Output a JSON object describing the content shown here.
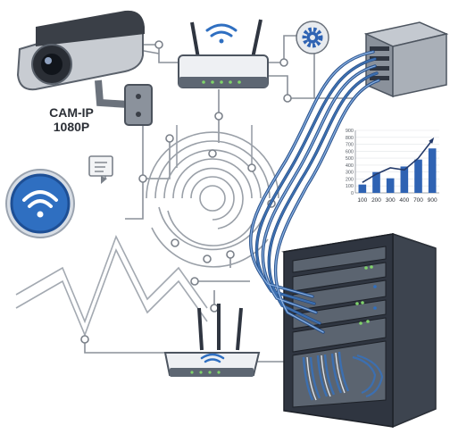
{
  "camera": {
    "label_line1": "CAM-IP",
    "label_line2": "1080P"
  },
  "icons": {
    "camera": "security-camera-icon",
    "top_router": "wifi-router-icon",
    "bottom_router": "wifi-router-icon",
    "wifi_badge": "wifi-icon",
    "settings": "gear-icon",
    "document": "document-icon",
    "switch": "network-switch-icon",
    "server_rack": "server-rack-icon"
  },
  "colors": {
    "cable_blue": "#3c6fb0",
    "cable_dark": "#24477c",
    "wifi_blue": "#2f6fc1",
    "device_grey": "#5d6672",
    "rack_dark": "#2f3540",
    "line_grey": "#8a9099",
    "chart_bar": "#2f63b3",
    "chart_line": "#243a6a"
  },
  "chart_data": {
    "type": "bar",
    "categories": [
      "100",
      "200",
      "300",
      "400",
      "700",
      "900"
    ],
    "values": [
      120,
      300,
      210,
      380,
      480,
      640
    ],
    "line": [
      150,
      270,
      360,
      330,
      500,
      760
    ],
    "yticks": [
      "0",
      "100",
      "200",
      "300",
      "400",
      "500",
      "600",
      "700",
      "800",
      "900"
    ],
    "ylim": [
      0,
      900
    ]
  }
}
